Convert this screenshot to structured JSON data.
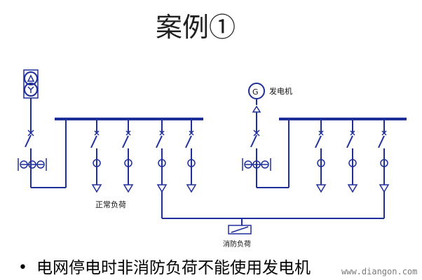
{
  "title": "案例①",
  "labels": {
    "generator": "发电机",
    "normal_load": "正常负荷",
    "fire_load": "消防负荷",
    "generator_symbol": "G"
  },
  "bullet": "电网停电时非消防负荷不能使用发电机",
  "watermark": "www.diangon.com",
  "colors": {
    "line": "#1f2f9a",
    "text": "#000000"
  }
}
